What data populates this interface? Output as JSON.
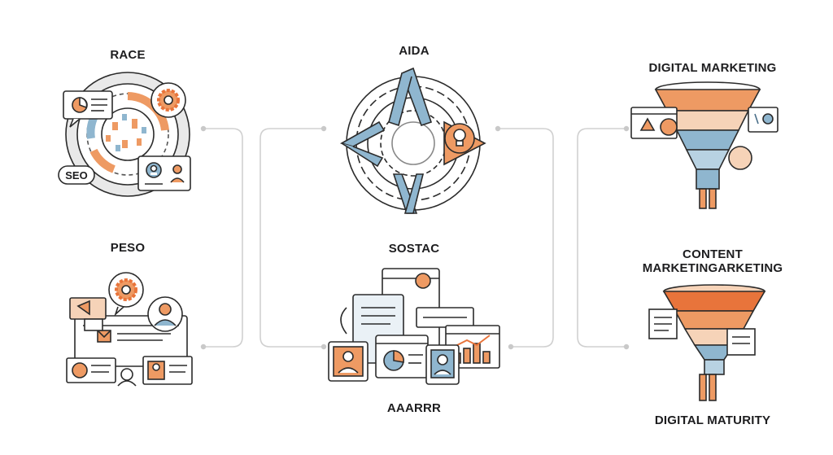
{
  "frameworks": {
    "race": "RACE",
    "peso": "PESO",
    "aida": "AIDA",
    "sostac": "SOSTAC",
    "aaarrr": "AAARRR",
    "digital_marketing": "DIGITAL MARKETING",
    "content_marketing_line1": "CONTENT",
    "content_marketing_line2": "MARKETINGARKETING",
    "digital_maturity": "DIGITAL MATURITY"
  },
  "badges": {
    "seo": "SEO"
  },
  "colors": {
    "orange": "#ee9a63",
    "deep_orange": "#e8743b",
    "blue": "#8fb6cf",
    "navy": "#4a6f8a",
    "gray": "#c9c9c9",
    "ink": "#2b2b2b",
    "connector": "#cfcfcf"
  },
  "icons": [
    "gear-icon",
    "chart-icon",
    "person-icon",
    "lightbulb-icon",
    "funnel-icon",
    "document-icon",
    "growth-chart-icon"
  ]
}
